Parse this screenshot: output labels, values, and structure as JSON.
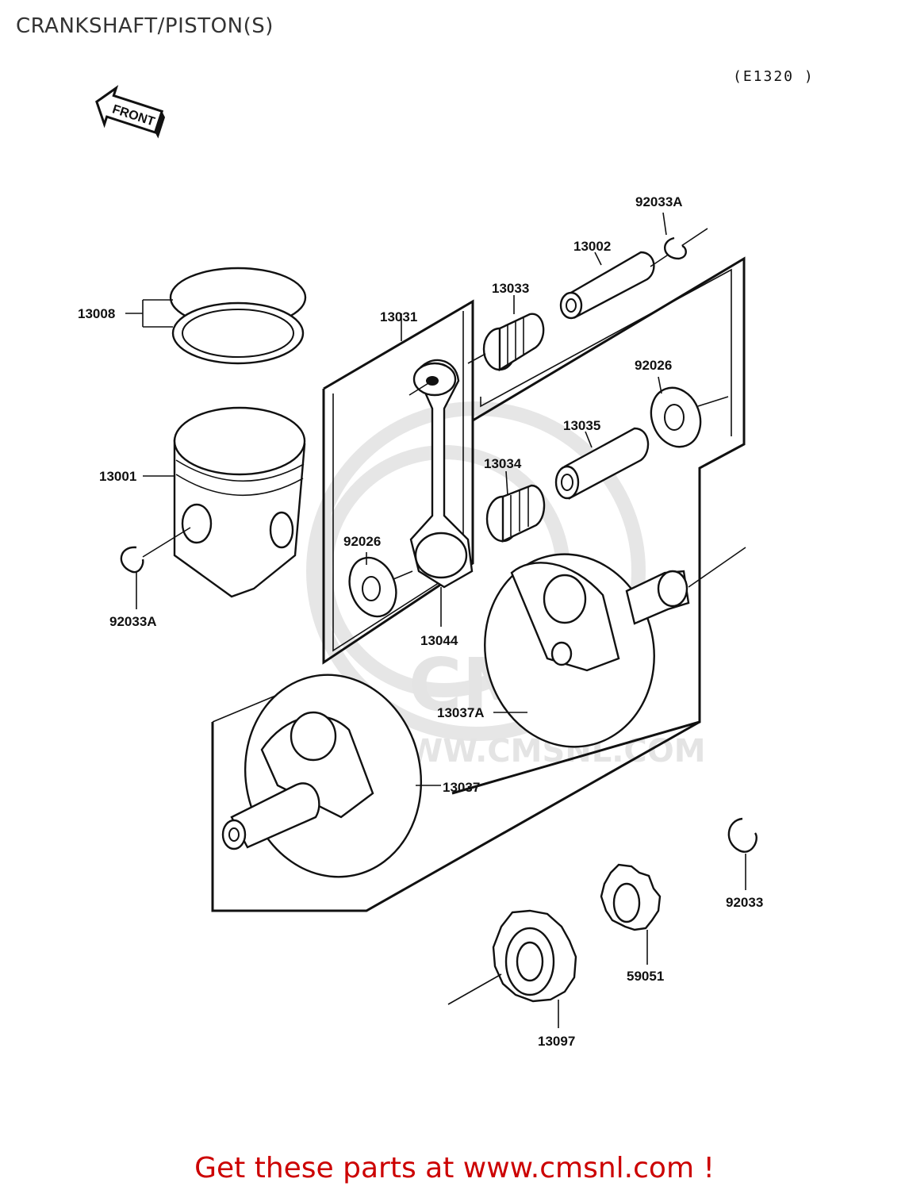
{
  "page": {
    "title": "CRANKSHAFT/PISTON(S)",
    "diagram_code": "(E1320 )",
    "front_arrow_label": "FRONT",
    "watermark_text": "CMS",
    "watermark_url": "WWW.CMSNL.COM",
    "footer_text": "Get these parts at www.cmsnl.com !"
  },
  "parts": {
    "p13008": "13008",
    "p13001": "13001",
    "p92033A_left": "92033A",
    "p13031": "13031",
    "p13033": "13033",
    "p13002": "13002",
    "p92033A_right": "92033A",
    "p92026_right": "92026",
    "p13035": "13035",
    "p13034": "13034",
    "p92026_left": "92026",
    "p13044": "13044",
    "p13037A": "13037A",
    "p13037": "13037",
    "p92033": "92033",
    "p59051": "59051",
    "p13097": "13097"
  }
}
